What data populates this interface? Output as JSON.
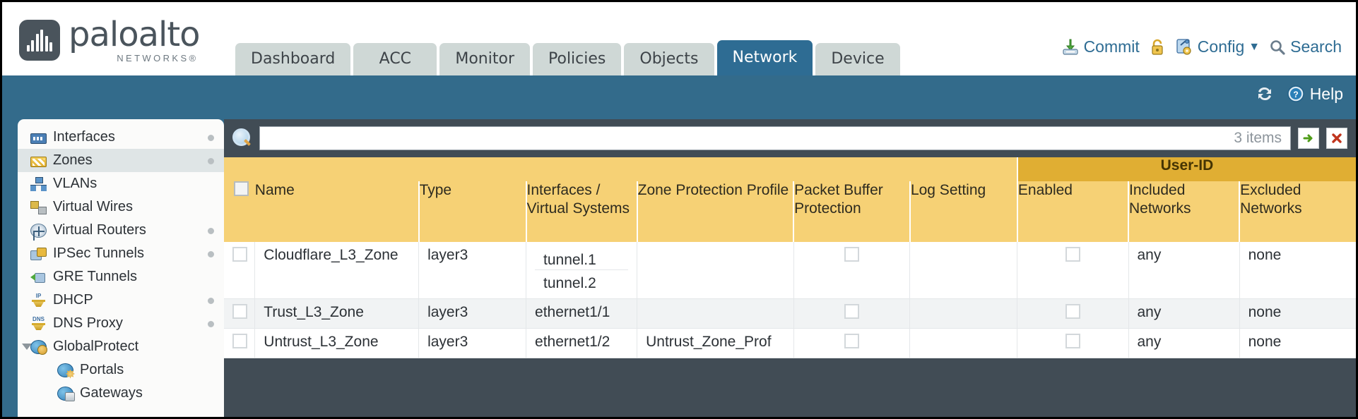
{
  "brand": {
    "name": "paloalto",
    "tagline": "NETWORKS",
    "registered": "®"
  },
  "nav": {
    "tabs": [
      {
        "label": "Dashboard",
        "active": false
      },
      {
        "label": "ACC",
        "active": false
      },
      {
        "label": "Monitor",
        "active": false
      },
      {
        "label": "Policies",
        "active": false
      },
      {
        "label": "Objects",
        "active": false
      },
      {
        "label": "Network",
        "active": true
      },
      {
        "label": "Device",
        "active": false
      }
    ]
  },
  "toolbar": {
    "commit_label": "Commit",
    "lock_icon": "padlock-icon",
    "config_label": "Config",
    "config_caret": "▼",
    "search_label": "Search"
  },
  "subbar": {
    "refresh_icon": "refresh-icon",
    "help_label": "Help"
  },
  "sidebar": {
    "items": [
      {
        "label": "Interfaces",
        "icon": "interfaces-icon",
        "selected": false,
        "dot": true,
        "child": false,
        "expander": false
      },
      {
        "label": "Zones",
        "icon": "zones-icon",
        "selected": true,
        "dot": true,
        "child": false,
        "expander": false
      },
      {
        "label": "VLANs",
        "icon": "vlans-icon",
        "selected": false,
        "dot": false,
        "child": false,
        "expander": false
      },
      {
        "label": "Virtual Wires",
        "icon": "virtual-wires-icon",
        "selected": false,
        "dot": false,
        "child": false,
        "expander": false
      },
      {
        "label": "Virtual Routers",
        "icon": "virtual-routers-icon",
        "selected": false,
        "dot": true,
        "child": false,
        "expander": false
      },
      {
        "label": "IPSec Tunnels",
        "icon": "ipsec-tunnels-icon",
        "selected": false,
        "dot": true,
        "child": false,
        "expander": false
      },
      {
        "label": "GRE Tunnels",
        "icon": "gre-tunnels-icon",
        "selected": false,
        "dot": false,
        "child": false,
        "expander": false
      },
      {
        "label": "DHCP",
        "icon": "dhcp-icon",
        "selected": false,
        "dot": true,
        "child": false,
        "expander": false
      },
      {
        "label": "DNS Proxy",
        "icon": "dns-proxy-icon",
        "selected": false,
        "dot": true,
        "child": false,
        "expander": false
      },
      {
        "label": "GlobalProtect",
        "icon": "globalprotect-icon",
        "selected": false,
        "dot": false,
        "child": false,
        "expander": true
      },
      {
        "label": "Portals",
        "icon": "portals-icon",
        "selected": false,
        "dot": false,
        "child": true,
        "expander": false
      },
      {
        "label": "Gateways",
        "icon": "gateways-icon",
        "selected": false,
        "dot": false,
        "child": true,
        "expander": false
      }
    ]
  },
  "search": {
    "icon": "search-magnifier-icon",
    "value": "",
    "placeholder": "",
    "items_count": "3 items",
    "apply_icon": "green-arrow-icon",
    "clear_icon": "red-x-icon"
  },
  "table": {
    "group_header": {
      "label": "User-ID",
      "spans": 3
    },
    "columns": [
      "Name",
      "Type",
      "Interfaces / Virtual Systems",
      "Zone Protection Profile",
      "Packet Buffer Protection",
      "Log Setting",
      "Enabled",
      "Included Networks",
      "Excluded Networks"
    ],
    "rows": [
      {
        "selected": false,
        "name": "Cloudflare_L3_Zone",
        "type": "layer3",
        "interfaces": [
          "tunnel.1",
          "tunnel.2"
        ],
        "zone_protection_profile": "",
        "packet_buffer_protection": false,
        "log_setting": "",
        "user_id_enabled": false,
        "included_networks": "any",
        "excluded_networks": "none"
      },
      {
        "selected": false,
        "name": "Trust_L3_Zone",
        "type": "layer3",
        "interfaces": [
          "ethernet1/1"
        ],
        "zone_protection_profile": "",
        "packet_buffer_protection": false,
        "log_setting": "",
        "user_id_enabled": false,
        "included_networks": "any",
        "excluded_networks": "none"
      },
      {
        "selected": false,
        "name": "Untrust_L3_Zone",
        "type": "layer3",
        "interfaces": [
          "ethernet1/2"
        ],
        "zone_protection_profile": "Untrust_Zone_Prof",
        "packet_buffer_protection": false,
        "log_setting": "",
        "user_id_enabled": false,
        "included_networks": "any",
        "excluded_networks": "none"
      }
    ]
  },
  "colors": {
    "brand_slate": "#4a545c",
    "active_tab": "#2e6c93",
    "band_blue": "#336b8b",
    "header_yellow": "#f6d175",
    "group_yellow": "#e0ae33",
    "link_blue": "#3b7fb5",
    "panel_dark": "#414c55"
  }
}
